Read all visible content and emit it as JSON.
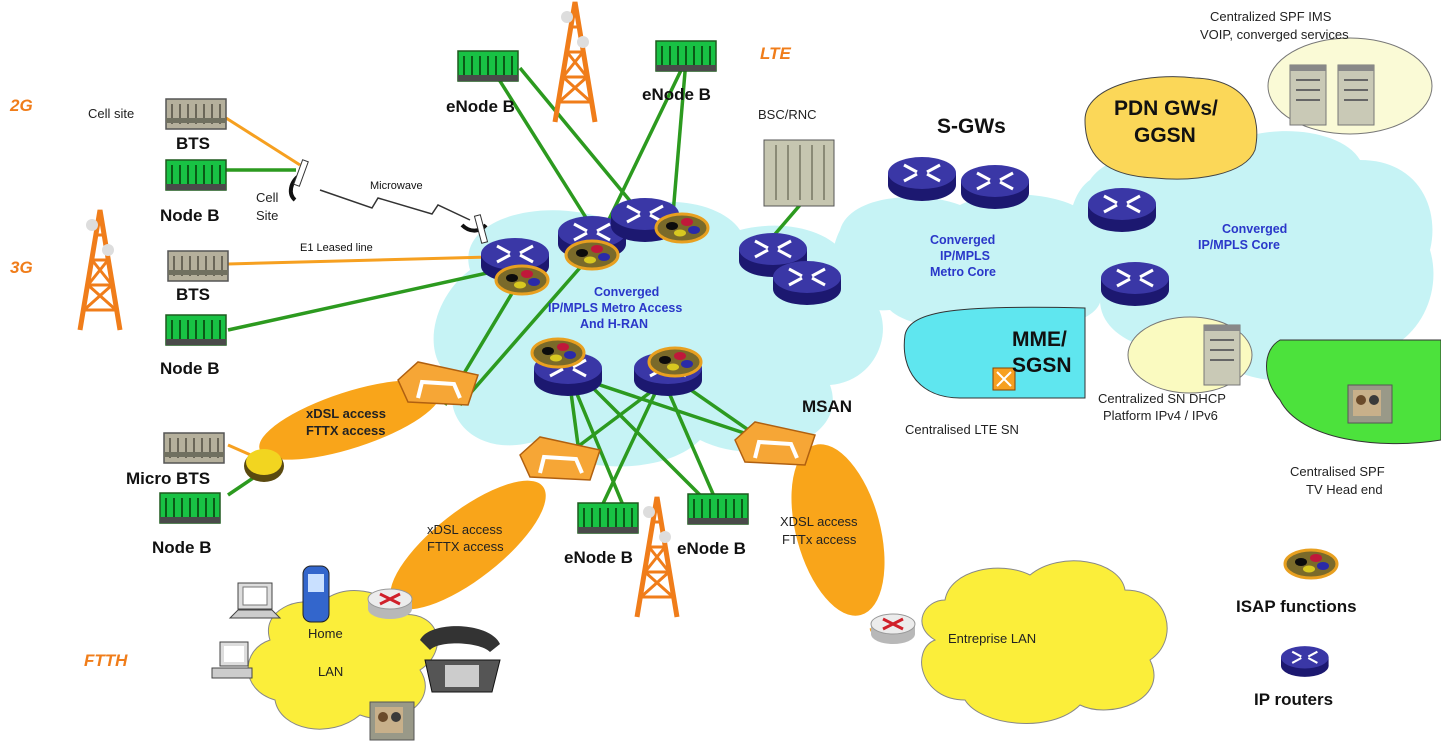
{
  "generation_tags": {
    "g2": "2G",
    "g3": "3G",
    "lte": "LTE",
    "ftth": "FTTH"
  },
  "labels": {
    "cell_site_top": "Cell site",
    "bts_1": "BTS",
    "node_b_1": "Node B",
    "cell_site_mw_line1": "Cell",
    "cell_site_mw_line2": "Site",
    "microwave": "Microwave",
    "e1_leased_line": "E1 Leased line",
    "bts_2": "BTS",
    "node_b_2": "Node B",
    "enode_b_top_left": "eNode B",
    "enode_b_top_right": "eNode B",
    "bsc_rnc": "BSC/RNC",
    "s_gws": "S-GWs",
    "pdn_line1": "PDN GWs/",
    "pdn_line2": "GGSN",
    "ims_line1": "Centralized SPF IMS",
    "ims_line2": "VOIP, converged services",
    "metro_access_line1": "Converged",
    "metro_access_line2": "IP/MPLS Metro Access",
    "metro_access_line3": "And H-RAN",
    "metro_core_line1": "Converged",
    "metro_core_line2": "IP/MPLS",
    "metro_core_line3": "Metro Core",
    "core_line1": "Converged",
    "core_line2": "IP/MPLS Core",
    "mme_line1": "MME/",
    "mme_line2": "SGSN",
    "lte_sn": "Centralised LTE SN",
    "dhcp_line1": "Centralized SN DHCP",
    "dhcp_line2": "Platform IPv4 / IPv6",
    "tv_line1": "Centralised SPF",
    "tv_line2": "TV Head end",
    "msan": "MSAN",
    "xdsl_left_line1": "xDSL access",
    "xdsl_left_line2": "FTTX access",
    "micro_bts": "Micro BTS",
    "node_b_3": "Node B",
    "xdsl_mid_line1": "xDSL access",
    "xdsl_mid_line2": "FTTX access",
    "enode_b_bottom_left": "eNode B",
    "enode_b_bottom_right": "eNode B",
    "xdsl_right_line1": "XDSL access",
    "xdsl_right_line2": "FTTx access",
    "home": "Home",
    "lan": "LAN",
    "enterprise_lan": "Entreprise LAN"
  },
  "legend": {
    "isap": "ISAP functions",
    "ip_routers": "IP routers"
  },
  "colors": {
    "cloud": "#c6f3f5",
    "green_link": "#2c9a1f",
    "orange_link": "#f6a020",
    "router": "#2d2a8c",
    "tag": "#f07d1a"
  }
}
